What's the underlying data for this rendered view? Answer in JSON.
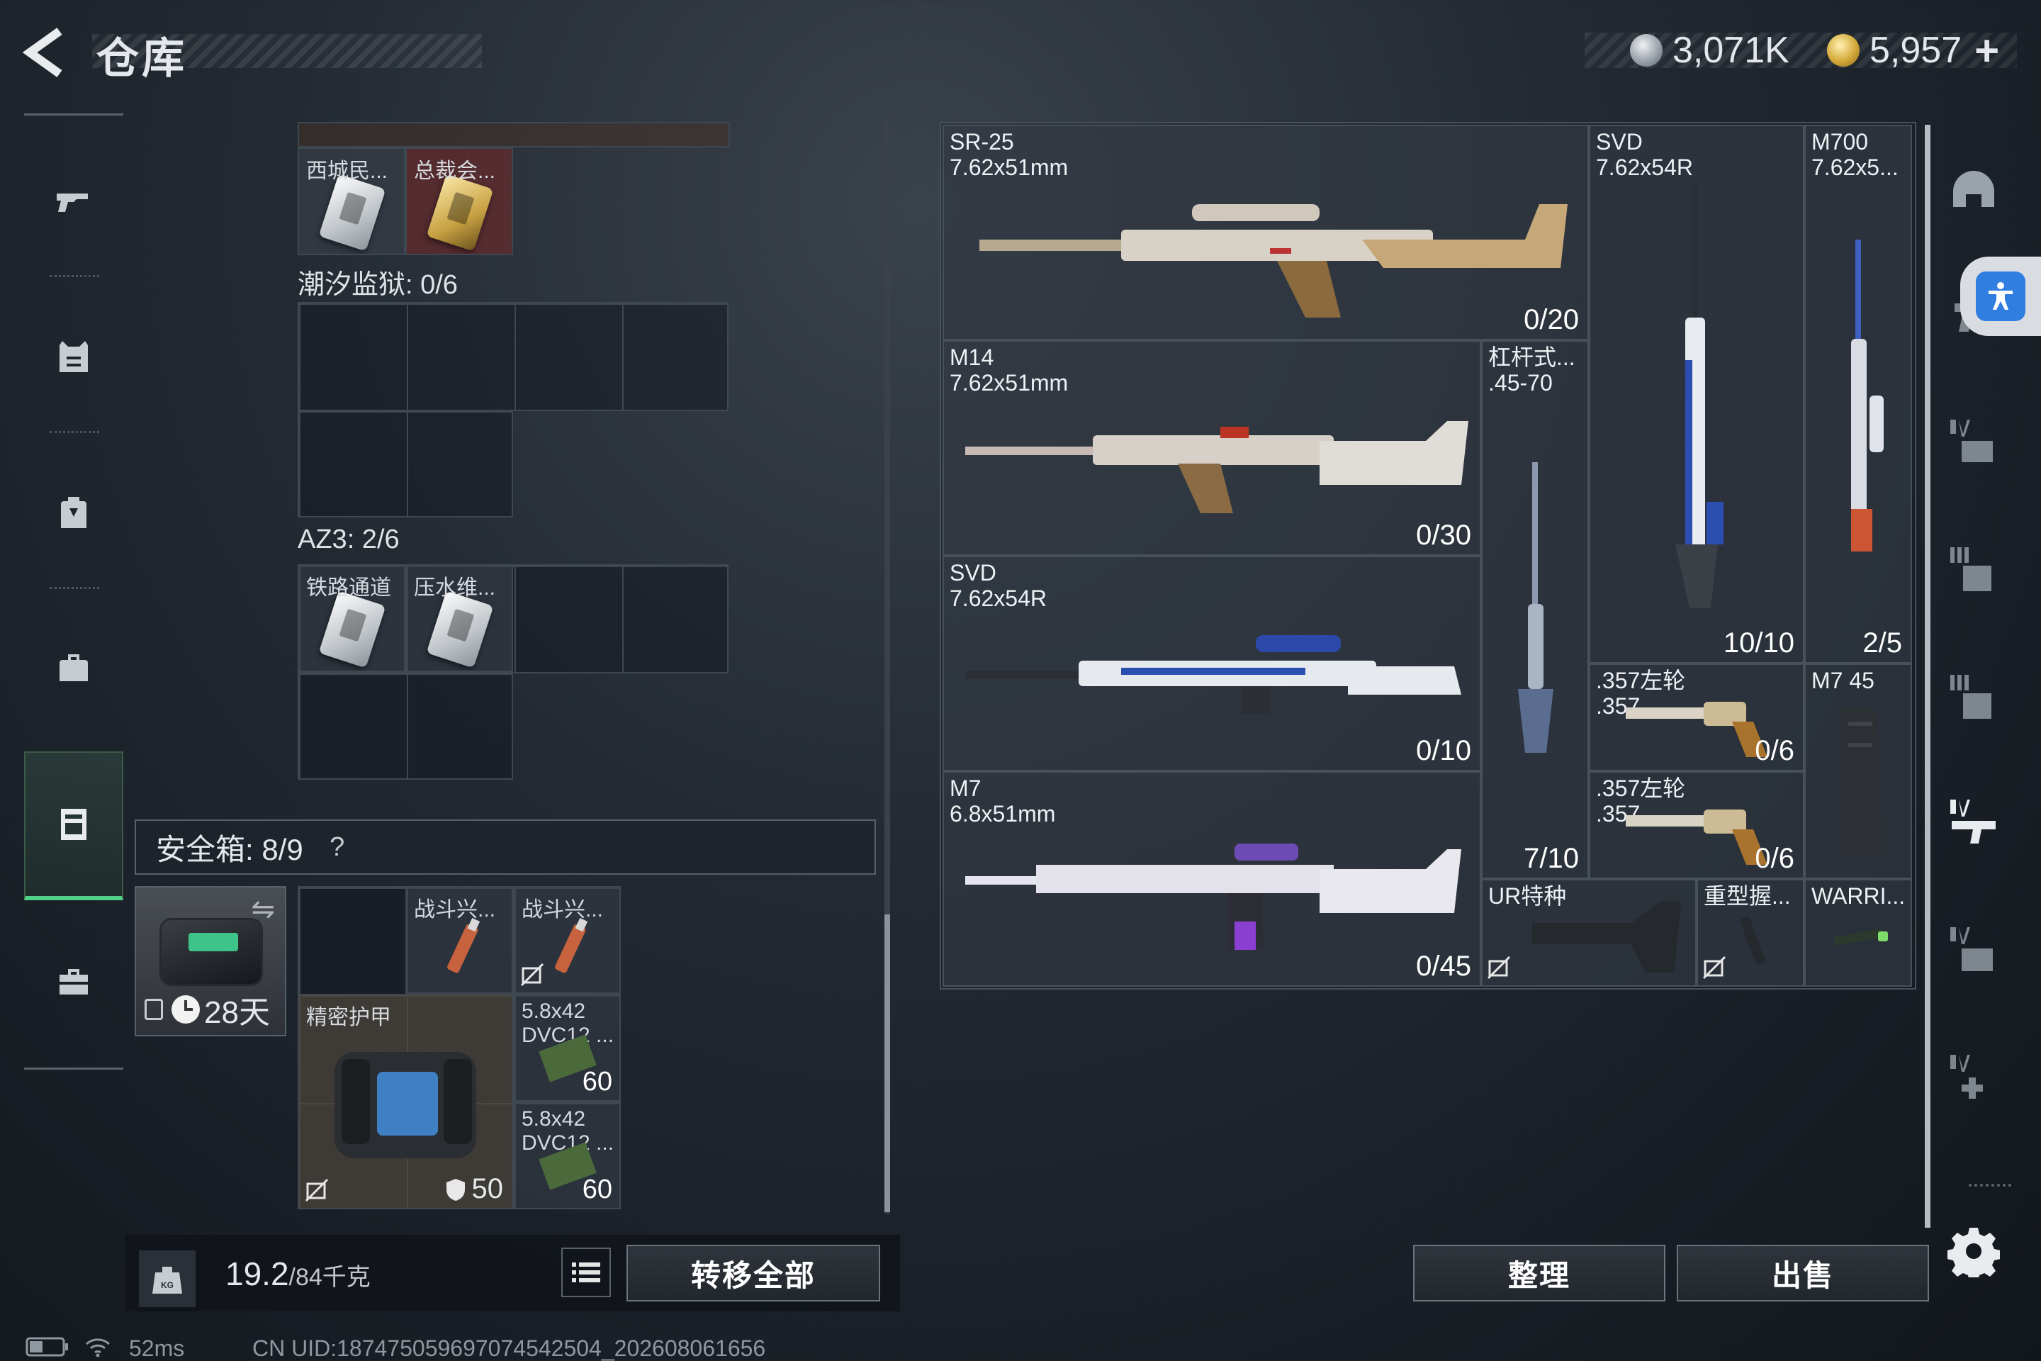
{
  "header": {
    "title": "仓库",
    "silver": "3,071K",
    "gold": "5,957",
    "gold_plus": "+"
  },
  "nav": {
    "items": [
      "gun-icon",
      "vest-icon",
      "backpack-icon",
      "bag-icon",
      "container-icon",
      "toolbox-icon"
    ],
    "active_index": 4
  },
  "stash": {
    "top_cells": [
      {
        "label": "西城民...",
        "style": "white"
      },
      {
        "label": "总裁会...",
        "style": "gold"
      }
    ],
    "section_tidal": "潮汐监狱: 0/6",
    "section_az3": "AZ3: 2/6",
    "az3_cells": [
      {
        "label": "铁路通道",
        "style": "white"
      },
      {
        "label": "压水维...",
        "style": "white"
      }
    ]
  },
  "safe": {
    "title": "安全箱: 8/9",
    "help": "?",
    "case_days": "28天",
    "items": {
      "stim1": "战斗兴...",
      "stim2": "战斗兴...",
      "armor_label": "精密护甲",
      "armor_durability": "50",
      "ammo1_label": "5.8x42\nDVC12 ...",
      "ammo1_qty": "60",
      "ammo2_label": "5.8x42\nDVC12 ...",
      "ammo2_qty": "60"
    }
  },
  "footer": {
    "weight_value": "19.2",
    "weight_total": "/84千克",
    "transfer_all": "转移全部",
    "organize": "整理",
    "sell": "出售"
  },
  "weapons": [
    {
      "name": "SR-25\n7.62x51mm",
      "count": "0/20"
    },
    {
      "name": "SVD\n7.62x54R",
      "count": "10/10"
    },
    {
      "name": "M700\n7.62x5...",
      "count": "2/5"
    },
    {
      "name": "M14\n7.62x51mm",
      "count": "0/30"
    },
    {
      "name": "杠杆式...\n.45-70",
      "count": "7/10"
    },
    {
      "name": "SVD\n7.62x54R",
      "count": "0/10"
    },
    {
      "name": ".357左轮\n.357",
      "count": "0/6"
    },
    {
      "name": "M7 45",
      "count": ""
    },
    {
      "name": "M7\n6.8x51mm",
      "count": "0/45"
    },
    {
      "name": ".357左轮\n.357",
      "count": "0/6"
    },
    {
      "name": "UR特种",
      "count": ""
    },
    {
      "name": "重型握...",
      "count": ""
    },
    {
      "name": "WARRI...",
      "count": ""
    }
  ],
  "status": {
    "ping": "52ms",
    "uid": "CN UID:18747505969707454250​4_202608061656"
  },
  "colors": {
    "accent_green": "#4fd187",
    "access_blue": "#2f7ee0"
  }
}
